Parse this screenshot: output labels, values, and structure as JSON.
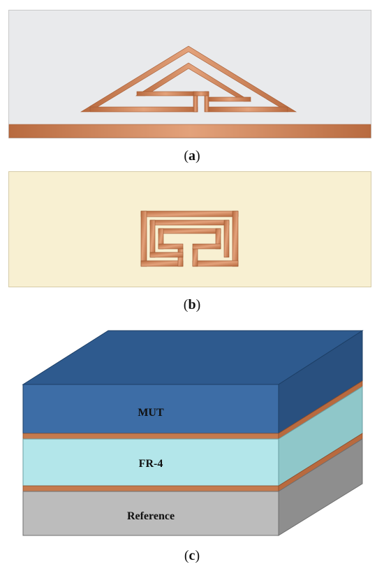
{
  "panels": [
    {
      "id": "a",
      "caption_open": "(",
      "caption_letter": "a",
      "caption_close": ")"
    },
    {
      "id": "b",
      "caption_open": "(",
      "caption_letter": "b",
      "caption_close": ")"
    },
    {
      "id": "c",
      "caption_open": "(",
      "caption_letter": "c",
      "caption_close": ")"
    }
  ],
  "layers": {
    "top": "MUT",
    "middle": "FR-4",
    "bottom": "Reference"
  },
  "colors": {
    "substrate_a": "#e9eaec",
    "substrate_b": "#f8f0d2",
    "copper": "#c57a4e",
    "copper_light": "#e3a27b",
    "mut_front": "#3d6da6",
    "mut_top": "#2e5a8e",
    "mut_side": "#29507f",
    "fr4_front": "#b3e6ea",
    "fr4_side": "#8fc7c9",
    "ref_front": "#bcbcbc",
    "ref_side": "#8e8e8e"
  }
}
